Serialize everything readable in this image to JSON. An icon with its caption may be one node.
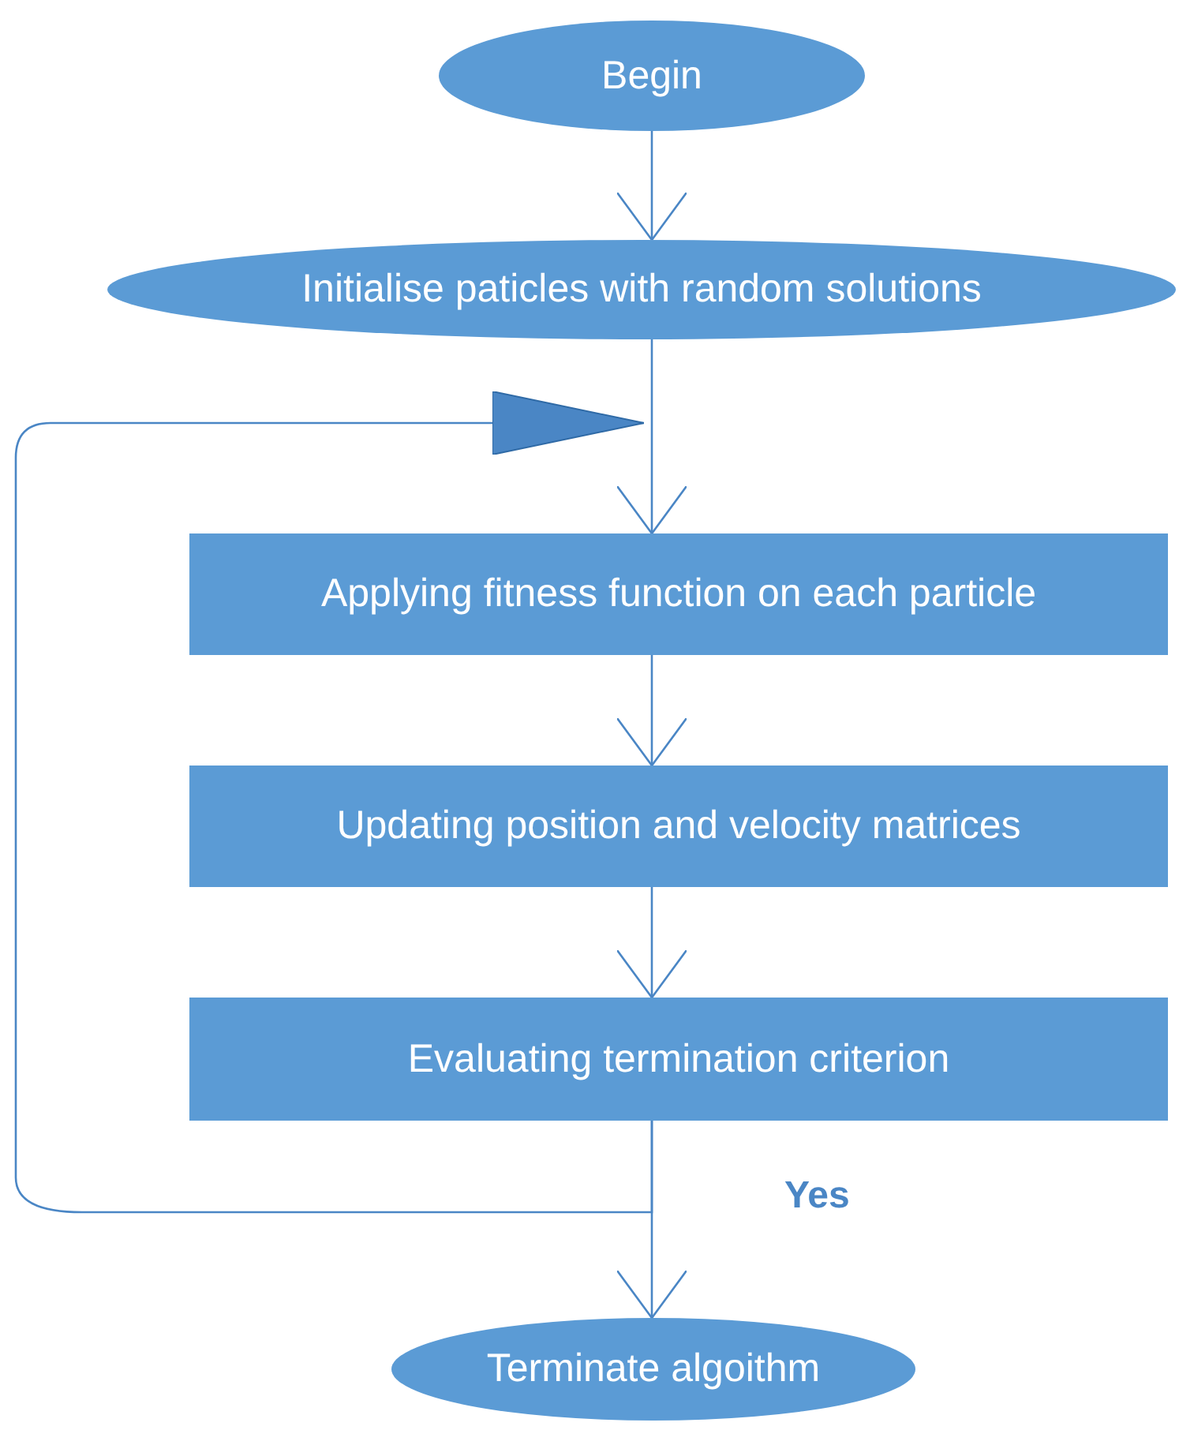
{
  "diagram": {
    "nodes": [
      {
        "text": [
          "Begin"
        ]
      },
      {
        "text": [
          "Initialise paticles with random solutions"
        ]
      },
      {
        "text": [
          "Applying fitness function on each particle"
        ]
      },
      {
        "text": [
          "Updating position and velocity matrices"
        ]
      },
      {
        "text": [
          "Evaluating termination criterion"
        ]
      },
      {
        "text": [
          "Terminate algoithm"
        ]
      }
    ],
    "edges": [
      {
        "from": 0,
        "to": 1,
        "arrow": "to"
      },
      {
        "from": 1,
        "to": 2,
        "arrow": "to"
      },
      {
        "from": 2,
        "to": 3,
        "arrow": "to"
      },
      {
        "from": 3,
        "to": 4,
        "arrow": "to"
      },
      {
        "from": 4,
        "to": 5,
        "arrow": "to",
        "label": "Yes"
      },
      {
        "from": 4,
        "to": null,
        "arrow": "to"
      }
    ]
  }
}
